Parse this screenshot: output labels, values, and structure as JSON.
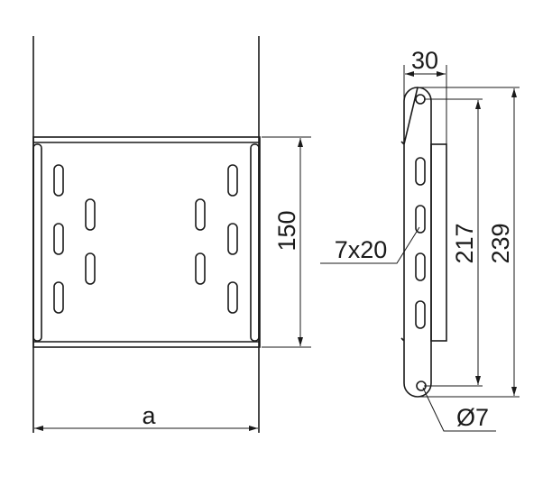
{
  "dimensions": {
    "width_label": "a",
    "height_label": "150",
    "flange_width": "30",
    "hole_spacing": "217",
    "total_length": "239",
    "slot_size": "7x20",
    "hole_diameter": "Ø7"
  },
  "colors": {
    "line": "#1a1a1a",
    "background": "#ffffff"
  }
}
